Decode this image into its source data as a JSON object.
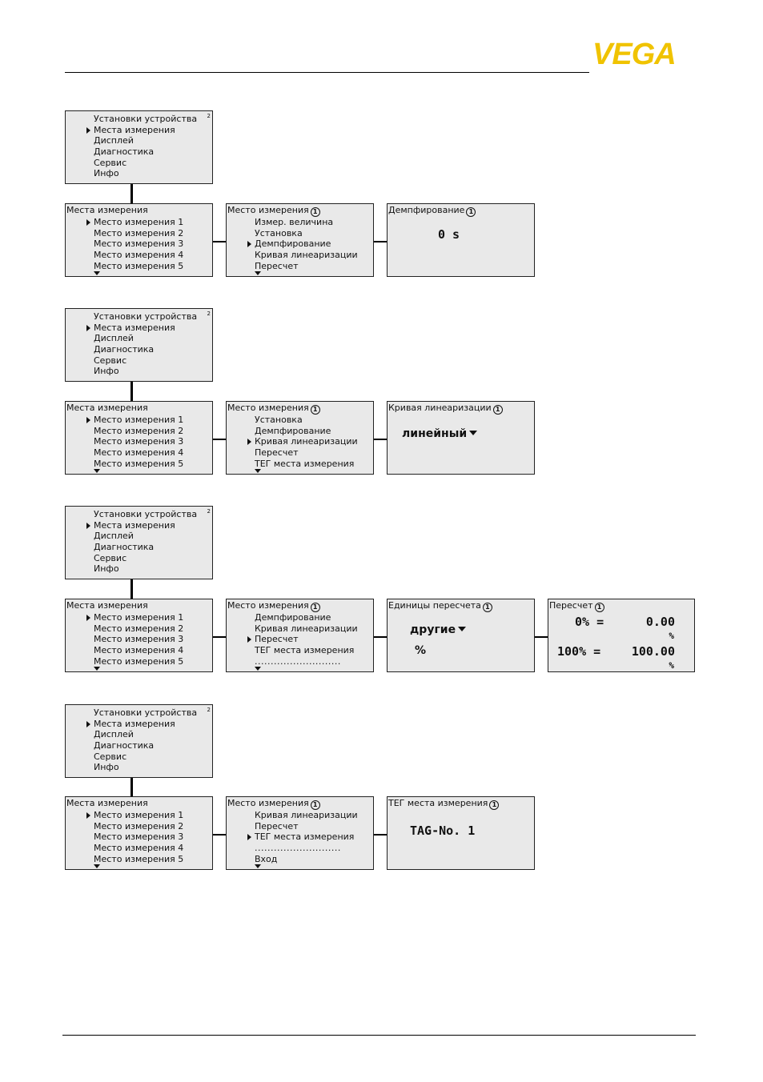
{
  "brand": {
    "logo": "VEGA",
    "color": "#f0c300"
  },
  "rows": [
    {
      "top_menu": {
        "items": [
          "Установки устройства",
          "Места измерения",
          "Дисплей",
          "Диагностика",
          "Сервис",
          "Инфо"
        ],
        "superscript": "2"
      },
      "list_menu": {
        "title": "Места измерения",
        "items": [
          "Место измерения 1",
          "Место измерения 2",
          "Место измерения 3",
          "Место измерения 4",
          "Место измерения 5"
        ]
      },
      "sub_menu": {
        "title": "Место измерения",
        "badge": "1",
        "items": [
          "Измер. величина",
          "Установка",
          "Демпфирование",
          "Кривая линеаризации",
          "Пересчет"
        ]
      },
      "detail": {
        "title": "Демпфирование",
        "badge": "1",
        "value": "0 s"
      }
    },
    {
      "top_menu": {
        "items": [
          "Установки устройства",
          "Места измерения",
          "Дисплей",
          "Диагностика",
          "Сервис",
          "Инфо"
        ],
        "superscript": "2"
      },
      "list_menu": {
        "title": "Места измерения",
        "items": [
          "Место измерения 1",
          "Место измерения 2",
          "Место измерения 3",
          "Место измерения 4",
          "Место измерения 5"
        ]
      },
      "sub_menu": {
        "title": "Место измерения",
        "badge": "1",
        "items": [
          "Установка",
          "Демпфирование",
          "Кривая линеаризации",
          "Пересчет",
          "ТЕГ места измерения"
        ]
      },
      "detail": {
        "title": "Кривая линеаризации",
        "badge": "1",
        "value": "линейный"
      }
    },
    {
      "top_menu": {
        "items": [
          "Установки устройства",
          "Места измерения",
          "Дисплей",
          "Диагностика",
          "Сервис",
          "Инфо"
        ],
        "superscript": "2"
      },
      "list_menu": {
        "title": "Места измерения",
        "items": [
          "Место измерения 1",
          "Место измерения 2",
          "Место измерения 3",
          "Место измерения 4",
          "Место измерения 5"
        ]
      },
      "sub_menu": {
        "title": "Место измерения",
        "badge": "1",
        "items": [
          "Демпфирование",
          "Кривая линеаризации",
          "Пересчет",
          "ТЕГ места измерения",
          "..........................."
        ]
      },
      "detail": {
        "title": "Единицы пересчета",
        "badge": "1",
        "value": "другие",
        "unit": "%"
      },
      "extra": {
        "title": "Пересчет",
        "badge": "1",
        "row1_left": "0% =",
        "row1_right": "0.00",
        "row1_unit": "%",
        "row2_left": "100% =",
        "row2_right": "100.00",
        "row2_unit": "%"
      }
    },
    {
      "top_menu": {
        "items": [
          "Установки устройства",
          "Места измерения",
          "Дисплей",
          "Диагностика",
          "Сервис",
          "Инфо"
        ],
        "superscript": "2"
      },
      "list_menu": {
        "title": "Места измерения",
        "items": [
          "Место измерения 1",
          "Место измерения 2",
          "Место измерения 3",
          "Место измерения 4",
          "Место измерения 5"
        ]
      },
      "sub_menu": {
        "title": "Место измерения",
        "badge": "1",
        "items": [
          "Кривая линеаризации",
          "Пересчет",
          "ТЕГ места измерения",
          "...........................",
          "Вход"
        ]
      },
      "detail": {
        "title": "ТЕГ места измерения",
        "badge": "1",
        "value": "TAG-No. 1"
      }
    }
  ]
}
